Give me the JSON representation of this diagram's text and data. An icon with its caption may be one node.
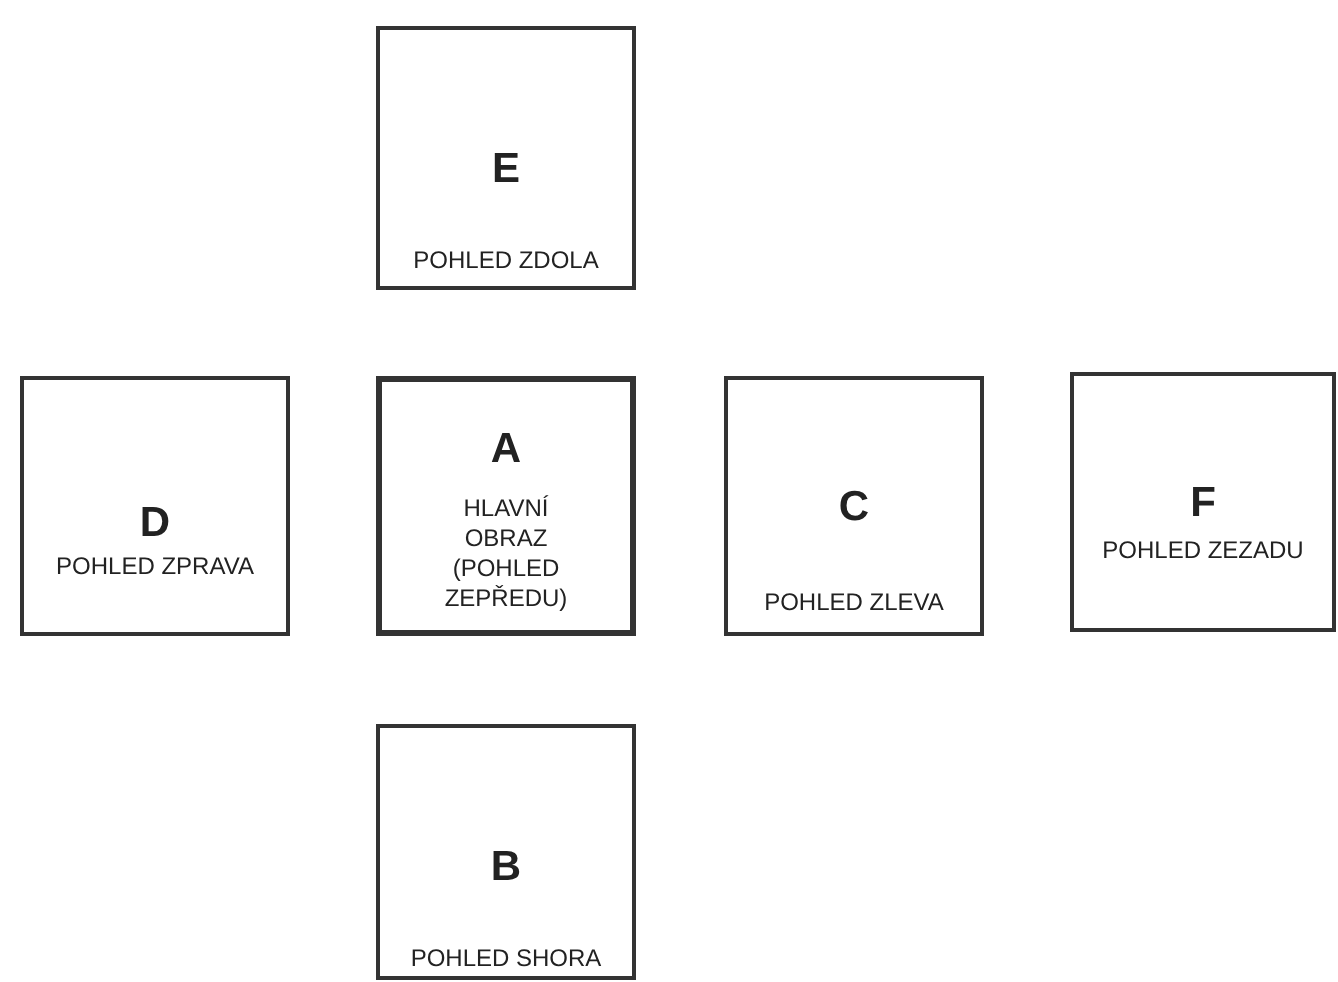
{
  "diagram": {
    "nodes": [
      {
        "text": [
          "E",
          "POHLED ZDOLA"
        ]
      },
      {
        "text": [
          "D",
          "POHLED ZPRAVA"
        ]
      },
      {
        "text": [
          "A",
          "HLAVNÍ OBRAZ (POHLED ZEPŘEDU)"
        ]
      },
      {
        "text": [
          "C",
          "POHLED ZLEVA"
        ]
      },
      {
        "text": [
          "F",
          "POHLED ZEZADU"
        ]
      },
      {
        "text": [
          "B",
          "POHLED SHORA"
        ]
      }
    ]
  }
}
